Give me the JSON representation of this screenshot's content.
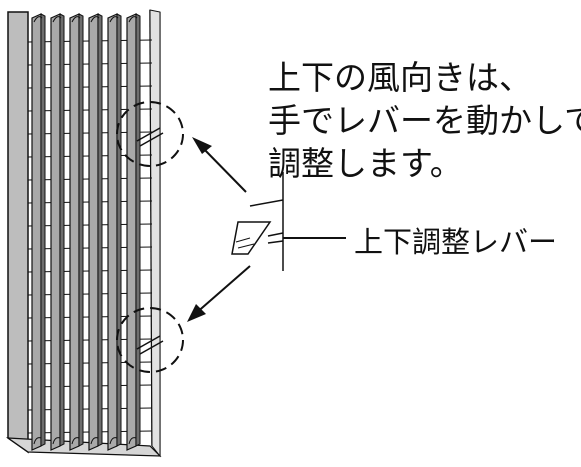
{
  "instruction": {
    "lines": [
      "上下の風向きは、",
      "手でレバーを動かして",
      "調整します。"
    ]
  },
  "lever_label": "上下調整レバー",
  "icons": {
    "vane": "vertical-louver-vane",
    "detail_circle": "dashed-detail-circle",
    "arrow": "pointer-arrow",
    "lever": "adjustment-lever"
  },
  "colors": {
    "frame": "#b7b7b7",
    "slat": "#a9a9a9",
    "slat_dark": "#6e6e6e",
    "line": "#111111"
  }
}
